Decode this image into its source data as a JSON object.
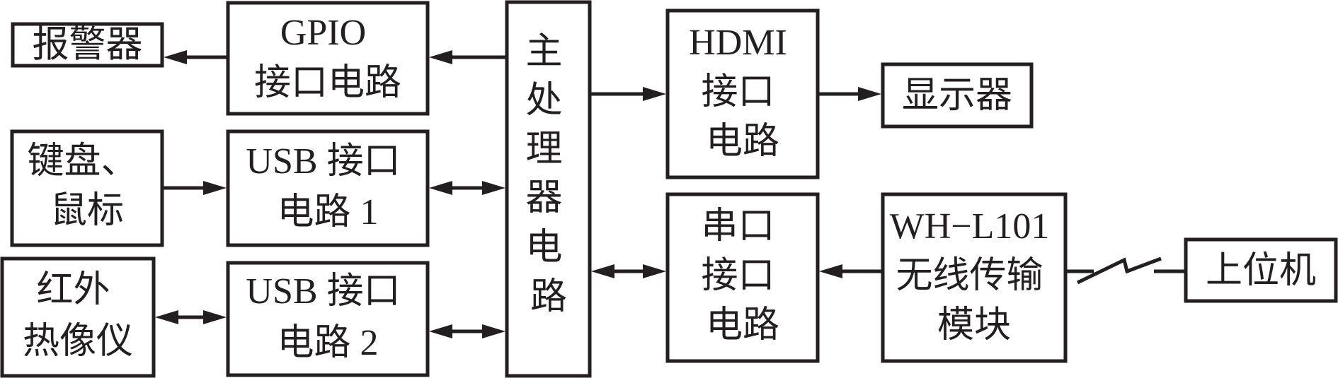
{
  "boxes": {
    "alarm": {
      "lines": [
        "报警器"
      ]
    },
    "gpio": {
      "lines": [
        "GPIO",
        "接口电路"
      ]
    },
    "keyboard": {
      "lines": [
        "键盘、",
        "鼠标"
      ]
    },
    "usb1": {
      "lines": [
        "USB 接口",
        "电路 1"
      ]
    },
    "thermal": {
      "lines": [
        "红外",
        "热像仪"
      ]
    },
    "usb2": {
      "lines": [
        "USB 接口",
        "电路 2"
      ]
    },
    "cpu": {
      "lines": [
        "主",
        "处",
        "理",
        "器",
        "电",
        "路"
      ]
    },
    "hdmi": {
      "lines": [
        "HDMI",
        "接口",
        "电路"
      ]
    },
    "display": {
      "lines": [
        "显示器"
      ]
    },
    "serial": {
      "lines": [
        "串口",
        "接口",
        "电路"
      ]
    },
    "wireless": {
      "lines": [
        "WH−L101",
        "无线传输",
        "模块"
      ]
    },
    "host": {
      "lines": [
        "上位机"
      ]
    }
  },
  "colors": {
    "stroke": "#231f20",
    "background": "#ffffff"
  }
}
